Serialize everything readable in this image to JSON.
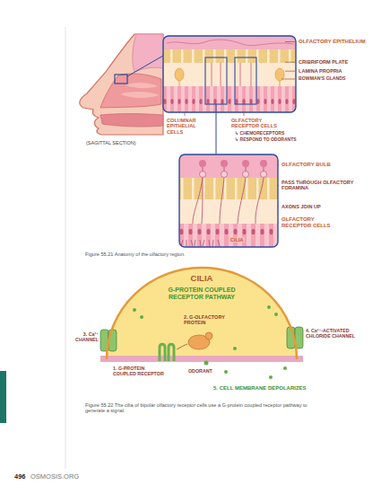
{
  "diagram": {
    "nodes": [
      {
        "text": [
          "CILIA",
          "G-PROTEIN COUPLED RECEPTOR PATHWAY"
        ]
      }
    ],
    "labels": [
      "OLFACTORY EPITHELIUM",
      "CRIBRIFORM PLATE",
      "LAMINA PROPRIA",
      "BOWMAN'S GLANDS",
      "COLUMNAR EPITHELIAL CELLS",
      "OLFACTORY RECEPTOR CELLS",
      "↳ CHEMORECEPTORS",
      "↳ RESPOND TO ODORANTS",
      "(SAGITTAL SECTION)",
      "OLFACTORY BULB",
      "PASS THROUGH OLFACTORY FORAMINA",
      "AXONS JOIN UP",
      "OLFACTORY RECEPTOR CELLS",
      "CILIA",
      "Figure 55.21 Anatomy of the olfactory region.",
      "2. G-OLFACTORY PROTEIN",
      "3. Ca²⁺ CHANNEL",
      "4. Ca²⁺-ACTIVATED CHLORIDE CHANNEL",
      "1. G-PROTEIN COUPLED RECEPTOR",
      "ODORANT",
      "5. CELL MEMBRANE DEPOLARIZES",
      "Figure 55.22 The cilia of bipolar olfactory receptor cells use a G-protein coupled receptor pathway to generate a signal.",
      "496",
      "OSMOSIS.ORG"
    ]
  }
}
